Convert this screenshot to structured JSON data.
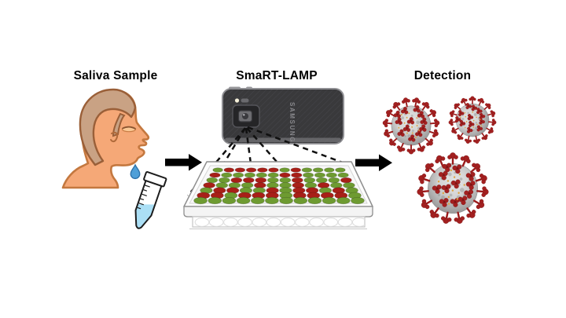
{
  "stages": [
    {
      "label": "Saliva Sample"
    },
    {
      "label": "SmaRT-LAMP"
    },
    {
      "label": "Detection"
    }
  ],
  "phone": {
    "brand_text": "SAMSUNG",
    "body_color": "#3a3a3c",
    "frame_color": "#8f8f93"
  },
  "plate": {
    "rows": 7,
    "cols": 12,
    "positive_color": "#a81f18",
    "negative_color": "#6e9b31",
    "pattern": [
      "GRRRRRGRGGGG",
      "RGGGGGRRGGGG",
      "GGRRRGGRGGGR",
      "RGGGRGGRGRGG",
      "GRRGGRGRRGRG",
      "RRGRRRGRRRRG",
      "GGGGGGGGGGGG"
    ]
  },
  "sample": {
    "skin_color": "#f5a877",
    "hair_color": "#c9a284",
    "outline_color": "#b06a3a",
    "drop_color": "#4f9fd8",
    "drop_outline": "#2e72ab",
    "liquid_color": "#abdff5"
  },
  "viruses": {
    "count": 3,
    "body_color": "#c6c6c6",
    "spike_color": "#a32020",
    "spike_dark": "#7a1414",
    "speck_color": "#dfa23f"
  },
  "arrow_color": "#000000"
}
